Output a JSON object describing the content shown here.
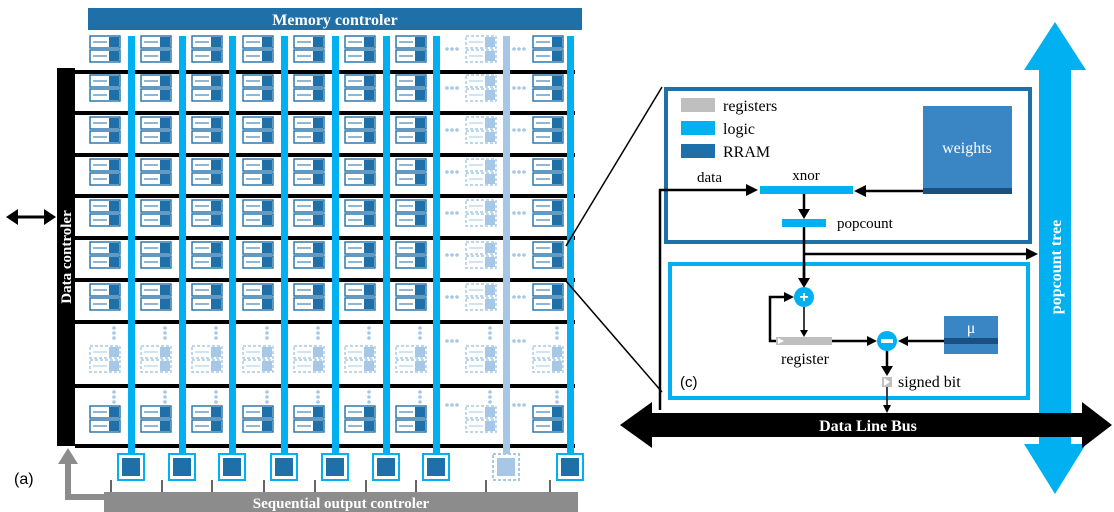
{
  "panel_a": {
    "label": "(a)",
    "memory_controller": "Memory controler",
    "data_controller": "Data controler",
    "sequential_output_controller": "Sequential output controler"
  },
  "panel_c": {
    "label": "(c)",
    "legend": [
      {
        "label": "registers",
        "color": "#bfbfbf"
      },
      {
        "label": "logic",
        "color": "#00b0f0"
      },
      {
        "label": "RRAM",
        "color": "#1f6fa8"
      }
    ],
    "weights": "weights",
    "data": "data",
    "xnor": "xnor",
    "popcount": "popcount",
    "register": "register",
    "mu": "μ",
    "signed_bit": "signed bit",
    "data_line_bus": "Data Line Bus",
    "popcount_tree": "popcount tree"
  },
  "colors": {
    "dark_blue": "#1f6fa8",
    "header_blue": "#1f6fa8",
    "light_blue": "#00b0f0",
    "faded_blue": "#a6c8e6",
    "gray": "#8c8c8c",
    "black": "#000000"
  }
}
